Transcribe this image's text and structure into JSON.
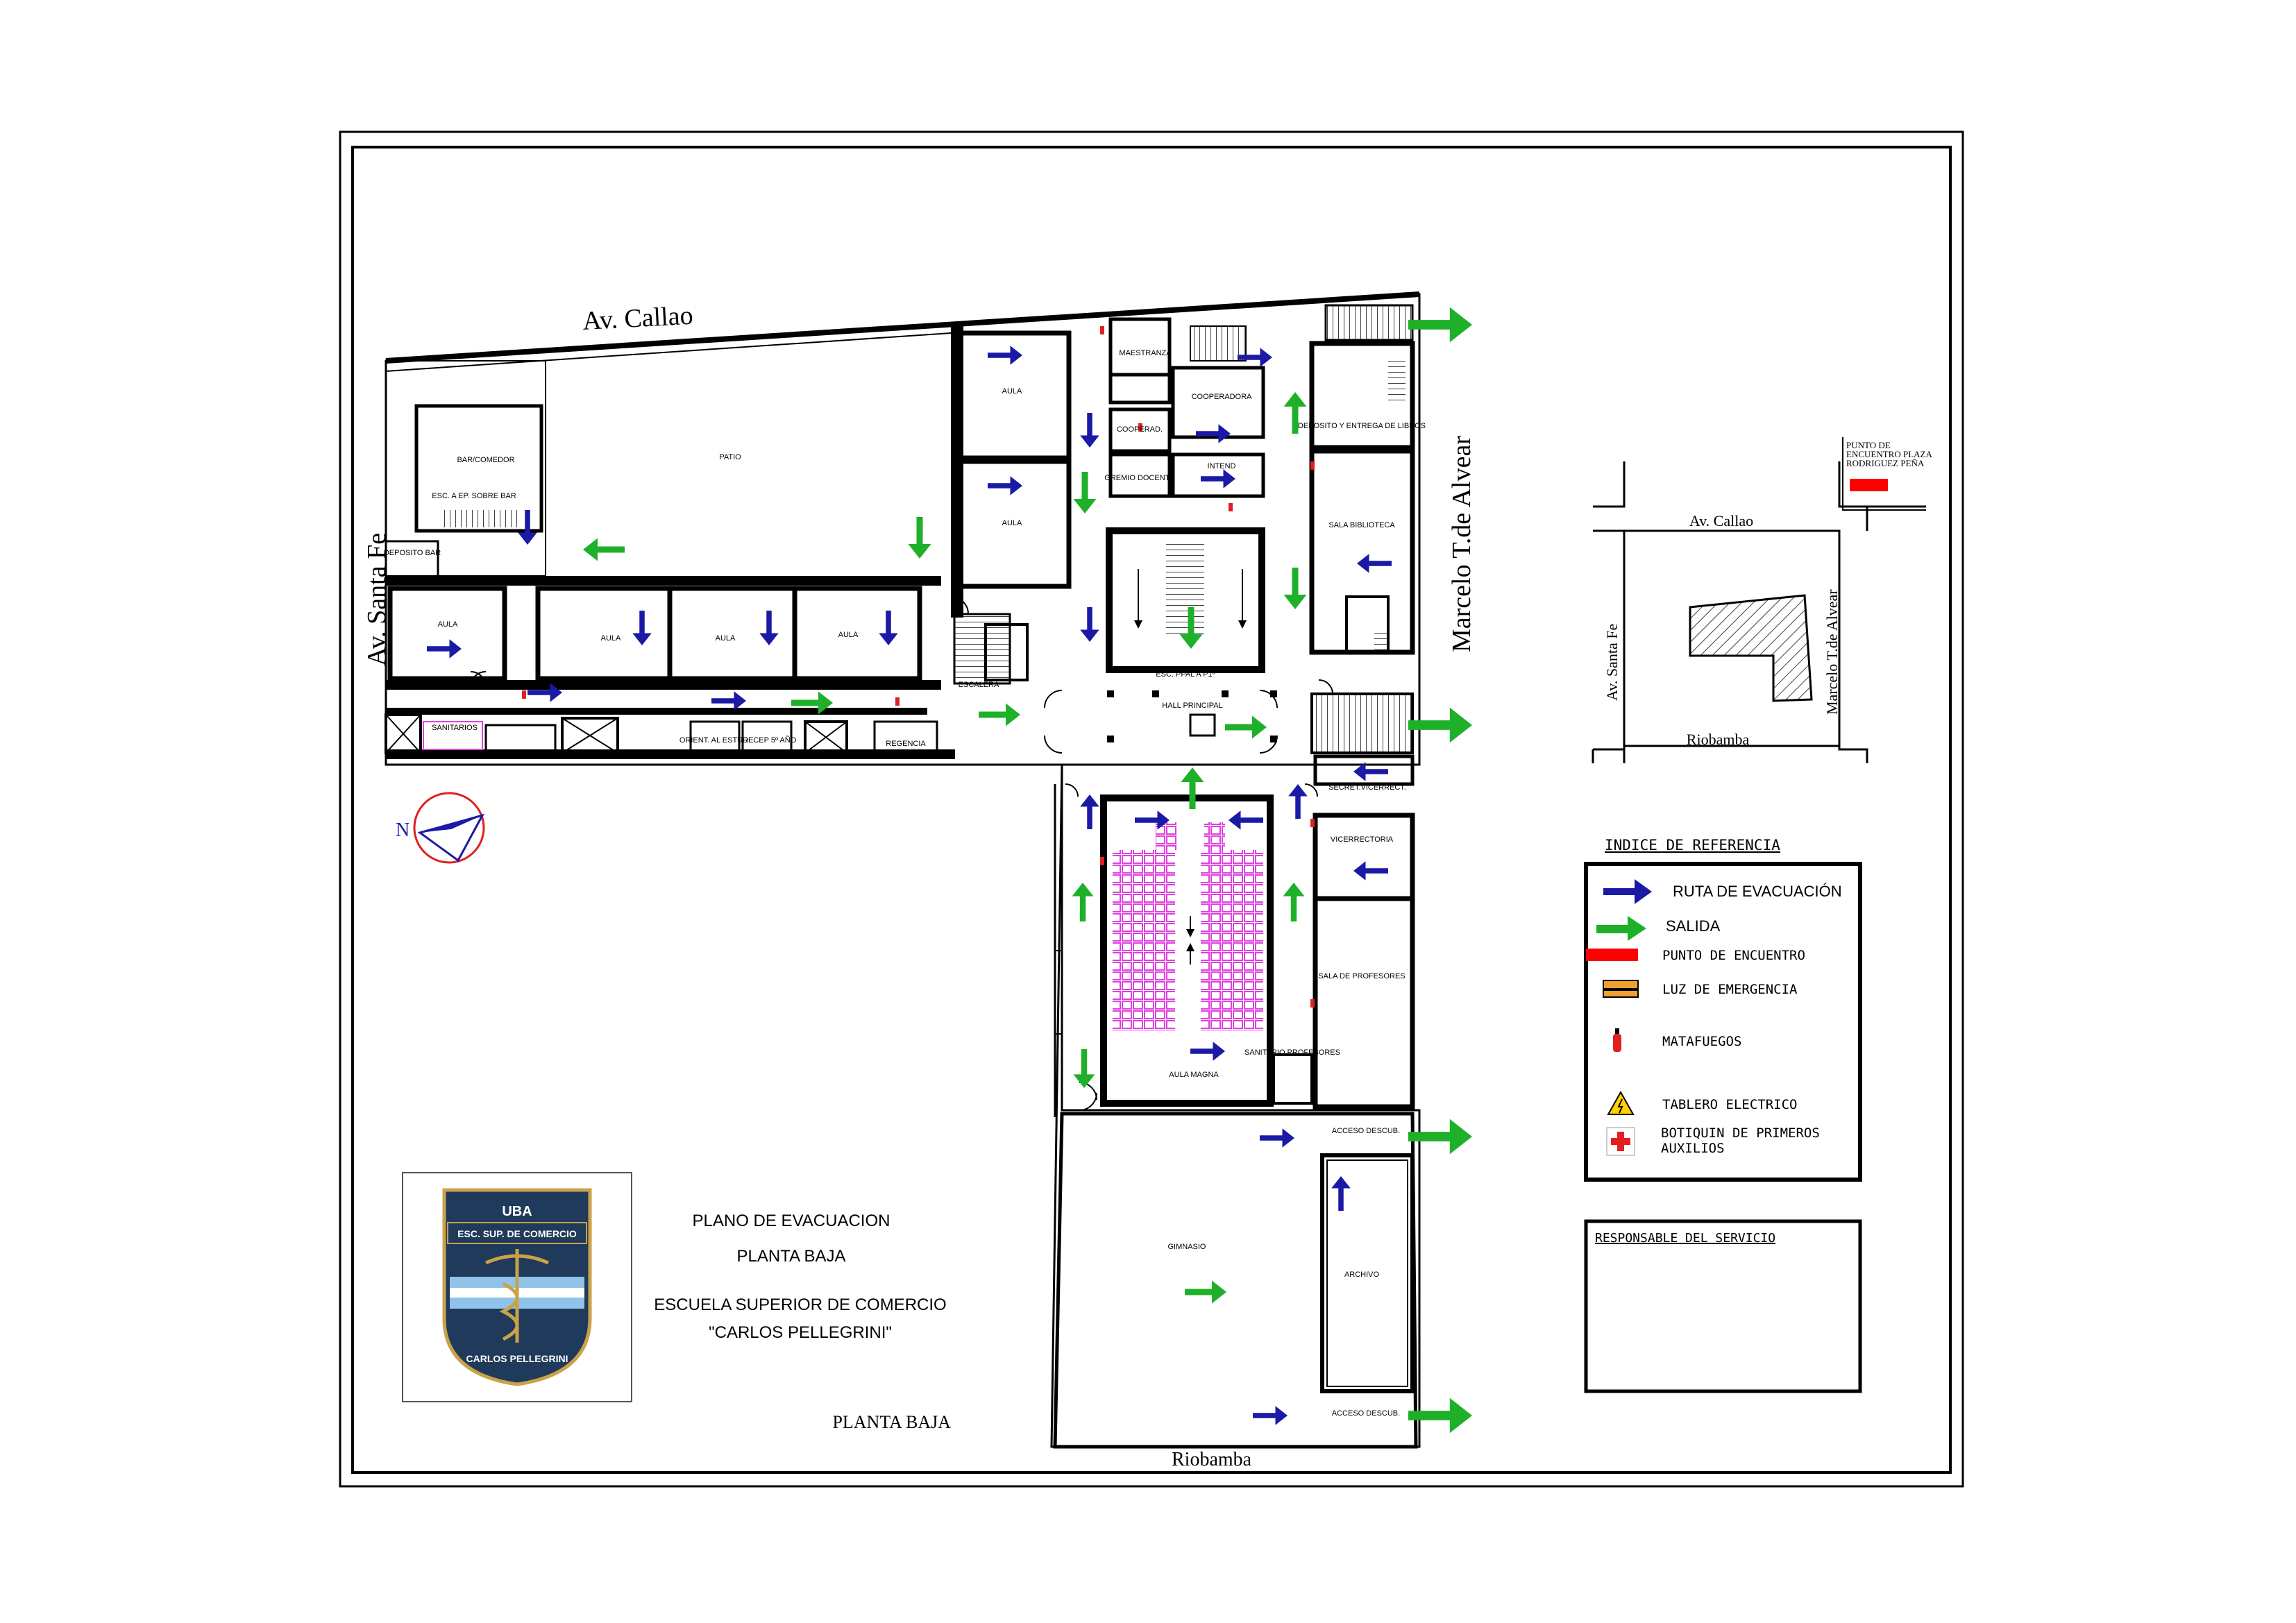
{
  "streets": {
    "callao": "Av. Callao",
    "santa_fe": "Av. Santa Fe",
    "alvear": "Marcelo T.de Alvear",
    "riobamba": "Riobamba"
  },
  "rooms": {
    "patio": "PATIO",
    "bar_comedor": "BAR/COMEDOR",
    "esc_ep": "ESC. A EP. SOBRE BAR",
    "deposito_bar": "DEPOSITO BAR",
    "aula_a": "AULA",
    "aula_b": "AULA",
    "aula_c": "AULA",
    "aula_d": "AULA",
    "aula_e": "AULA",
    "aula_f": "AULA",
    "sanitarios": "SANITARIOS",
    "orient": "ORIENT. AL ESTUD.",
    "preceptor": "PRECEP 5º AÑO",
    "regencia": "REGENCIA",
    "escalera": "ESCALERA",
    "maestranza": "MAESTRANZA",
    "cooperadora": "COOPERADORA",
    "cooperad": "COOPERAD.",
    "gremio": "GREMIO DOCENTE",
    "intend": "INTEND",
    "deposito_libros": "DEPOSITO Y ENTREGA DE LIBROS",
    "sala_biblioteca": "SALA BIBLIOTECA",
    "esc_ppal": "ESC. PPAL A P1º",
    "hall": "HALL PRINCIPAL",
    "secret": "SECRET.VICERRECT.",
    "vicerrectoria": "VICERRECTORIA",
    "sala_profesores": "SALA DE PROFESORES",
    "aula_magna": "AULA MAGNA",
    "sanitario_prof": "SANITARIO PROFESORES",
    "gimnasio": "GIMNASIO",
    "archivo": "ARCHIVO",
    "acceso_a": "ACCESO DESCUB.",
    "acceso_b": "ACCESO DESCUB."
  },
  "title": {
    "line1": "PLANO  DE  EVACUACION",
    "line2": "PLANTA  BAJA",
    "line3": "ESCUELA  SUPERIOR  DE  COMERCIO",
    "line4": "\"CARLOS  PELLEGRINI\"",
    "planta_baja": "PLANTA BAJA"
  },
  "logo": {
    "uba": "UBA",
    "esc": "ESC. SUP. DE COMERCIO",
    "name": "CARLOS PELLEGRINI"
  },
  "compass": {
    "label": "N"
  },
  "meeting_point": {
    "text": "PUNTO DE ENCUENTRO PLAZA RODRIGUEZ PEÑA",
    "color": "#ff0000"
  },
  "legend": {
    "title": "INDICE  DE  REFERENCIA",
    "items": [
      {
        "icon": "blue-arrow-icon",
        "label": "RUTA  DE  EVACUACIÓN"
      },
      {
        "icon": "green-arrow-icon",
        "label": "SALIDA"
      },
      {
        "icon": "red-rectangle-icon",
        "label": "PUNTO  DE  ENCUENTRO"
      },
      {
        "icon": "emergency-light-icon",
        "label": "LUZ  DE  EMERGENCIA"
      },
      {
        "icon": "fire-extinguisher-icon",
        "label": "MATAFUEGOS"
      },
      {
        "icon": "electrical-panel-icon",
        "label": "TABLERO  ELECTRICO"
      },
      {
        "icon": "first-aid-icon",
        "label": "BOTIQUIN  DE  PRIMEROS AUXILIOS"
      }
    ]
  },
  "responsible": {
    "title": "RESPONSABLE  DEL  SERVICIO"
  },
  "colors": {
    "route": "#1a1aa6",
    "exit": "#1fb02a",
    "seats": "#e040e0",
    "extinguisher": "#e02020",
    "logo_navy": "#1f3a5a"
  }
}
